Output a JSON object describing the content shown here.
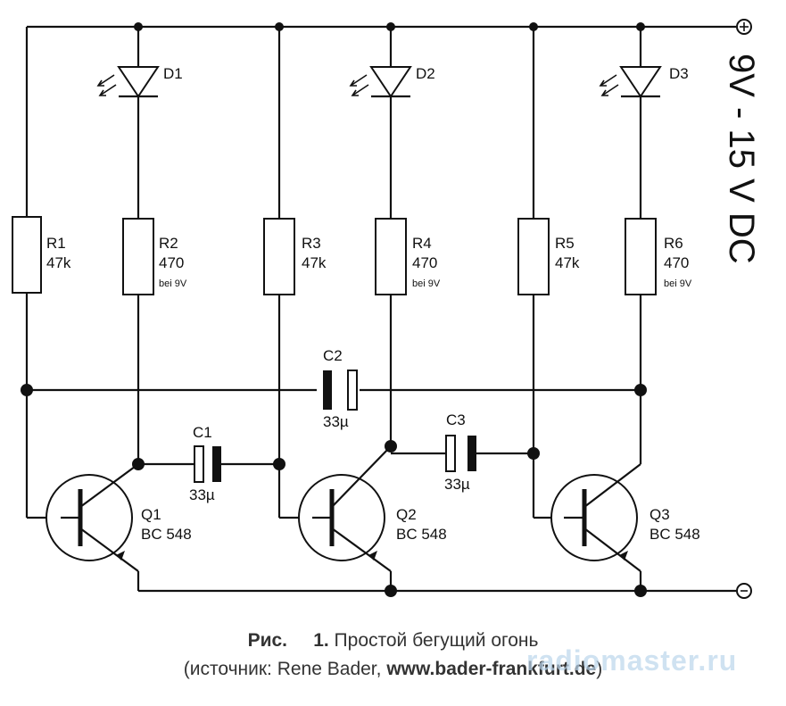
{
  "supply": {
    "plus_symbol": "+",
    "minus_symbol": "−",
    "voltage": "9V - 15 V DC"
  },
  "leds": [
    {
      "label": "D1"
    },
    {
      "label": "D2"
    },
    {
      "label": "D3"
    }
  ],
  "resistors": [
    {
      "name": "R1",
      "value": "47k",
      "note": ""
    },
    {
      "name": "R2",
      "value": "470",
      "note": "bei 9V"
    },
    {
      "name": "R3",
      "value": "47k",
      "note": ""
    },
    {
      "name": "R4",
      "value": "470",
      "note": "bei 9V"
    },
    {
      "name": "R5",
      "value": "47k",
      "note": ""
    },
    {
      "name": "R6",
      "value": "470",
      "note": "bei 9V"
    }
  ],
  "capacitors": [
    {
      "name": "C1",
      "value": "33µ"
    },
    {
      "name": "C2",
      "value": "33µ"
    },
    {
      "name": "C3",
      "value": "33µ"
    }
  ],
  "transistors": [
    {
      "name": "Q1",
      "type": "BC 548"
    },
    {
      "name": "Q2",
      "type": "BC 548"
    },
    {
      "name": "Q3",
      "type": "BC 548"
    }
  ],
  "caption": {
    "label": "Рис.",
    "number": "1.",
    "title": "Простой бегущий огонь",
    "source_open": "(источник: Rene Bader, ",
    "source_url": "www.bader-frankfurt.de",
    "source_close": ")"
  },
  "watermark": "radiomaster.ru"
}
